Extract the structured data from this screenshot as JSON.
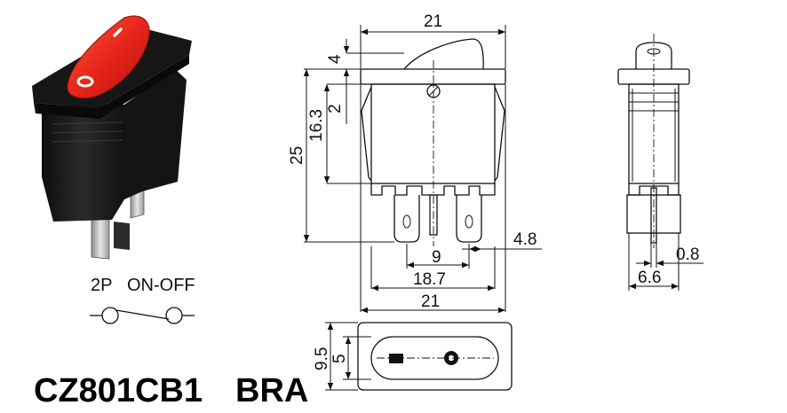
{
  "product": {
    "model": "CZ801CB1",
    "suffix": "BRA",
    "pole_label": "2P",
    "function_label": "ON-OFF"
  },
  "colors": {
    "rocker": "#e8261a",
    "body": "#1c1c1c",
    "terminal": "#b8b8b8",
    "line": "#111111"
  },
  "rocker_symbols": {
    "on": "I",
    "off": "O"
  },
  "dimensions": {
    "front_top_width": "21",
    "front_rocker_height": "4",
    "front_step": "2",
    "front_body_height": "16.3",
    "front_total_height": "25",
    "terminal_width": "4.8",
    "terminal_spacing": "9",
    "terminal_outer": "18.7",
    "front_bottom_width": "21",
    "side_terminal_thickness": "0.8",
    "side_body_width": "6.6",
    "top_height": "9.5",
    "top_inner": "5"
  }
}
